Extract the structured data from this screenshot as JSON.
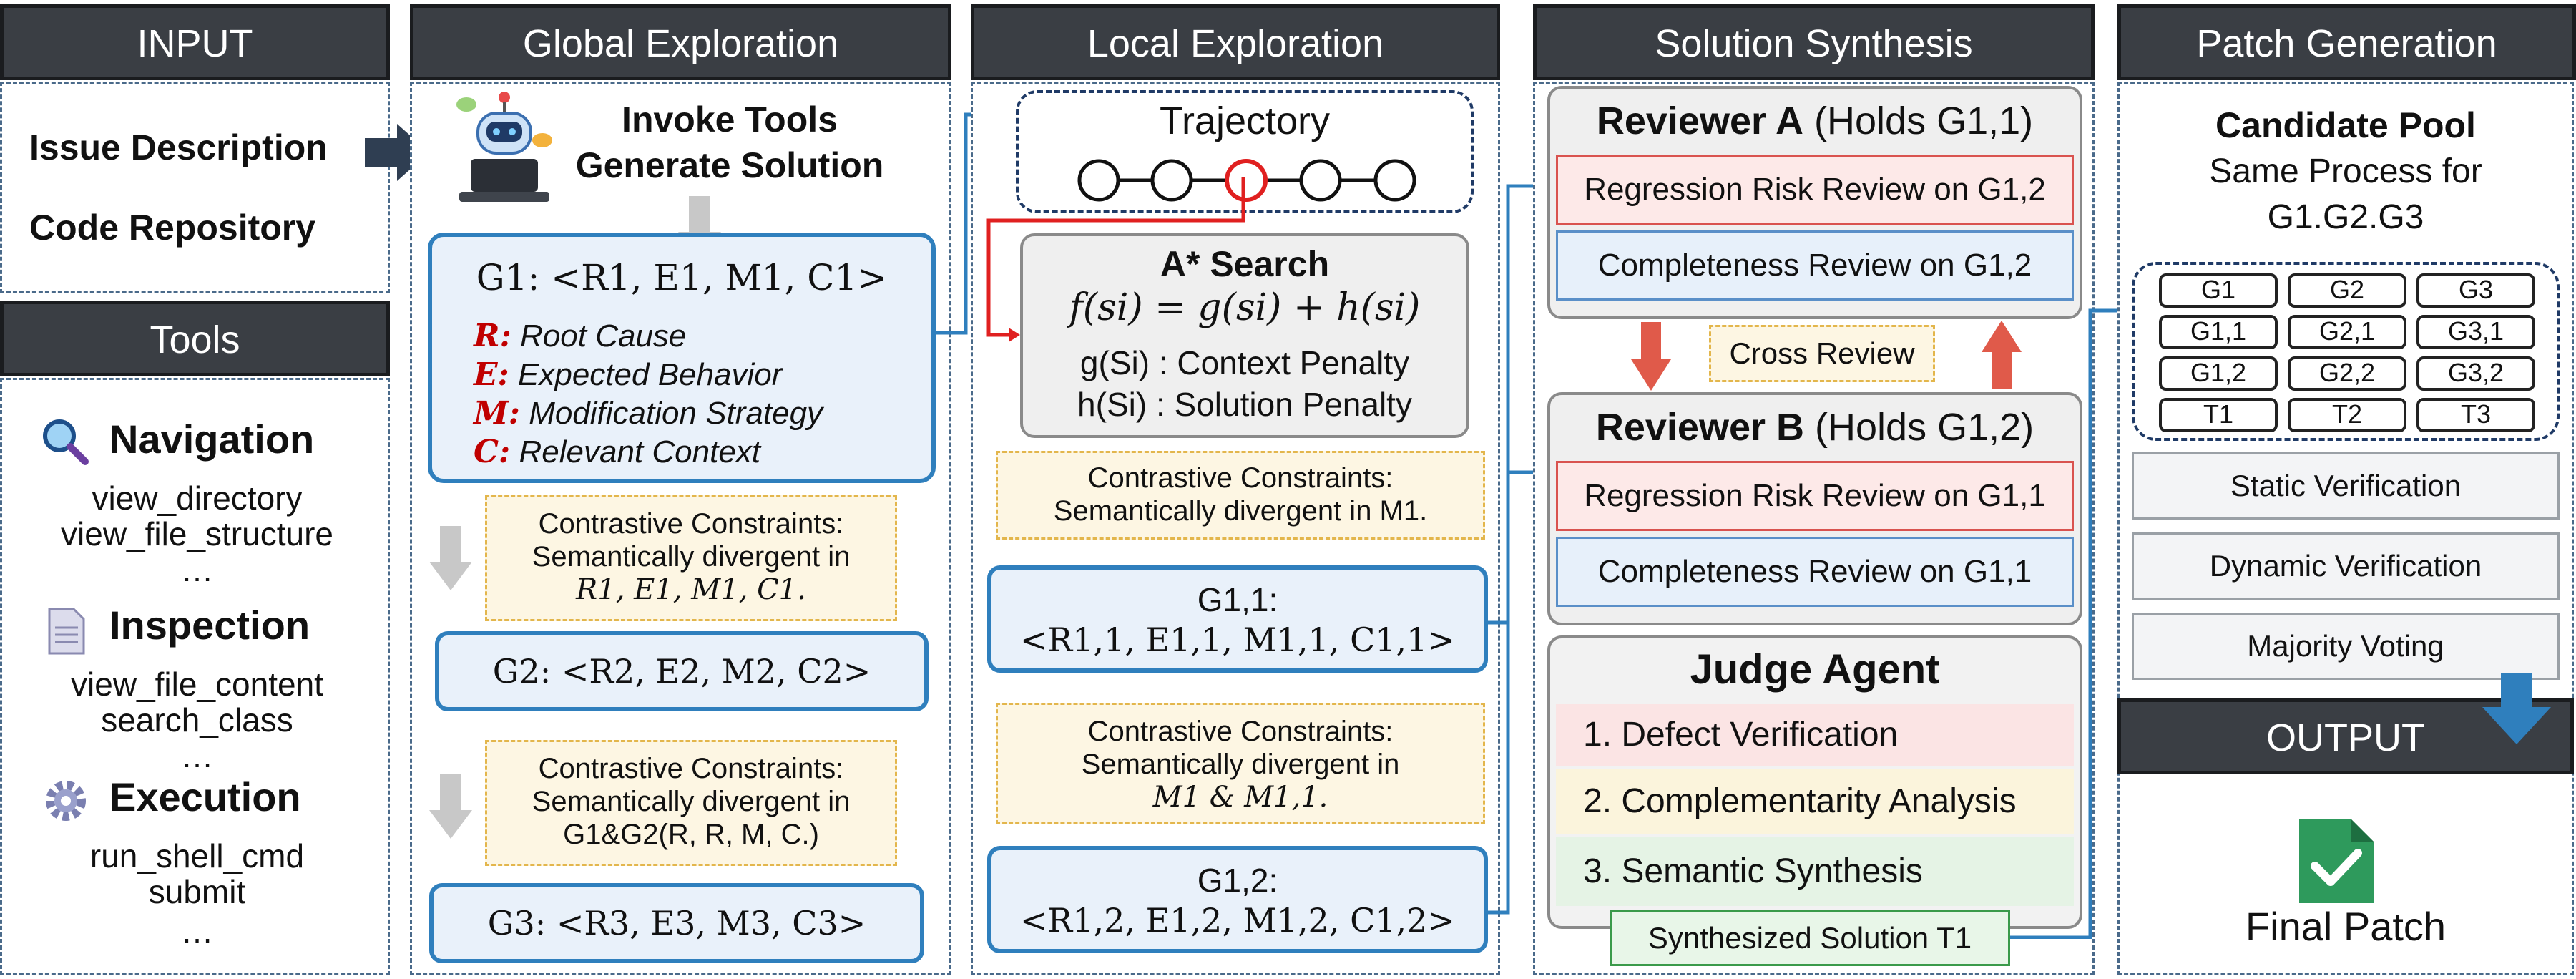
{
  "columns": {
    "input": "INPUT",
    "global": "Global Exploration",
    "local": "Local Exploration",
    "synthesis": "Solution Synthesis",
    "patch": "Patch Generation"
  },
  "input": {
    "issue": "Issue Description",
    "repo": "Code Repository"
  },
  "tools": {
    "title": "Tools",
    "groups": [
      {
        "name": "Navigation",
        "icon": "magnifier-icon",
        "items": [
          "view_directory",
          "view_file_structure",
          "…"
        ]
      },
      {
        "name": "Inspection",
        "icon": "document-icon",
        "items": [
          "view_file_content",
          "search_class",
          "…"
        ]
      },
      {
        "name": "Execution",
        "icon": "gear-icon",
        "items": [
          "run_shell_cmd",
          "submit",
          "…"
        ]
      }
    ]
  },
  "global": {
    "agent_line1": "Invoke Tools",
    "agent_line2": "Generate Solution",
    "g1_title": "G1: <R1, E1, M1, C1>",
    "g1_items": [
      {
        "key": "R:",
        "label": "Root Cause"
      },
      {
        "key": "E:",
        "label": "Expected Behavior"
      },
      {
        "key": "M:",
        "label": "Modification Strategy"
      },
      {
        "key": "C:",
        "label": "Relevant Context"
      }
    ],
    "constraint1_line1": "Contrastive Constraints:",
    "constraint1_line2": "Semantically divergent  in",
    "constraint1_line3": "R1, E1, M1, C1.",
    "g2": "G2: <R2, E2, M2, C2>",
    "constraint2_line1": "Contrastive Constraints:",
    "constraint2_line2": "Semantically divergent  in",
    "constraint2_line3": "G1&G2(R, R, M, C.)",
    "g3": "G3: <R3, E3, M3, C3>"
  },
  "local": {
    "trajectory": "Trajectory",
    "astar_title": "A* Search",
    "astar_f": "f(si) = g(si) + h(si)",
    "astar_g": "g(Si) : Context Penalty",
    "astar_h": "h(Si) : Solution Penalty",
    "constraint1_line1": "Contrastive Constraints:",
    "constraint1_line2": "Semantically divergent  in M1.",
    "g11_line1": "G1,1:",
    "g11_line2": "<R1,1, E1,1, M1,1, C1,1>",
    "constraint2_line1": "Contrastive Constraints:",
    "constraint2_line2": "Semantically divergent  in",
    "constraint2_line3": "M1 & M1,1.",
    "g12_line1": "G1,2:",
    "g12_line2": "<R1,2, E1,2, M1,2, C1,2>"
  },
  "synthesis": {
    "reviewer_a_name": "Reviewer A",
    "reviewer_a_holds": "(Holds G1,1)",
    "a_regression": "Regression Risk Review on G1,2",
    "a_completeness": "Completeness Review on G1,2",
    "cross_review": "Cross Review",
    "reviewer_b_name": "Reviewer B",
    "reviewer_b_holds": "(Holds G1,2)",
    "b_regression": "Regression Risk Review on G1,1",
    "b_completeness": "Completeness Review on G1,1",
    "judge_title": "Judge Agent",
    "judge_steps": [
      "1. Defect Verification",
      "2. Complementarity Analysis",
      "3. Semantic Synthesis"
    ],
    "synthesized": "Synthesized Solution T1"
  },
  "patch": {
    "pool_title": "Candidate Pool",
    "pool_line2": "Same Process for",
    "pool_line3": "G1.G2.G3",
    "grid": [
      "G1",
      "G2",
      "G3",
      "G1,1",
      "G2,1",
      "G3,1",
      "G1,2",
      "G2,2",
      "G3,2",
      "T1",
      "T2",
      "T3"
    ],
    "static": "Static Verification",
    "dynamic": "Dynamic Verification",
    "voting": "Majority Voting",
    "output": "OUTPUT",
    "final": "Final Patch"
  },
  "colors": {
    "header": "#3a3e44",
    "blue_border": "#2f7fbd",
    "red_arrow": "#e05a4a",
    "red_key": "#c00000"
  }
}
